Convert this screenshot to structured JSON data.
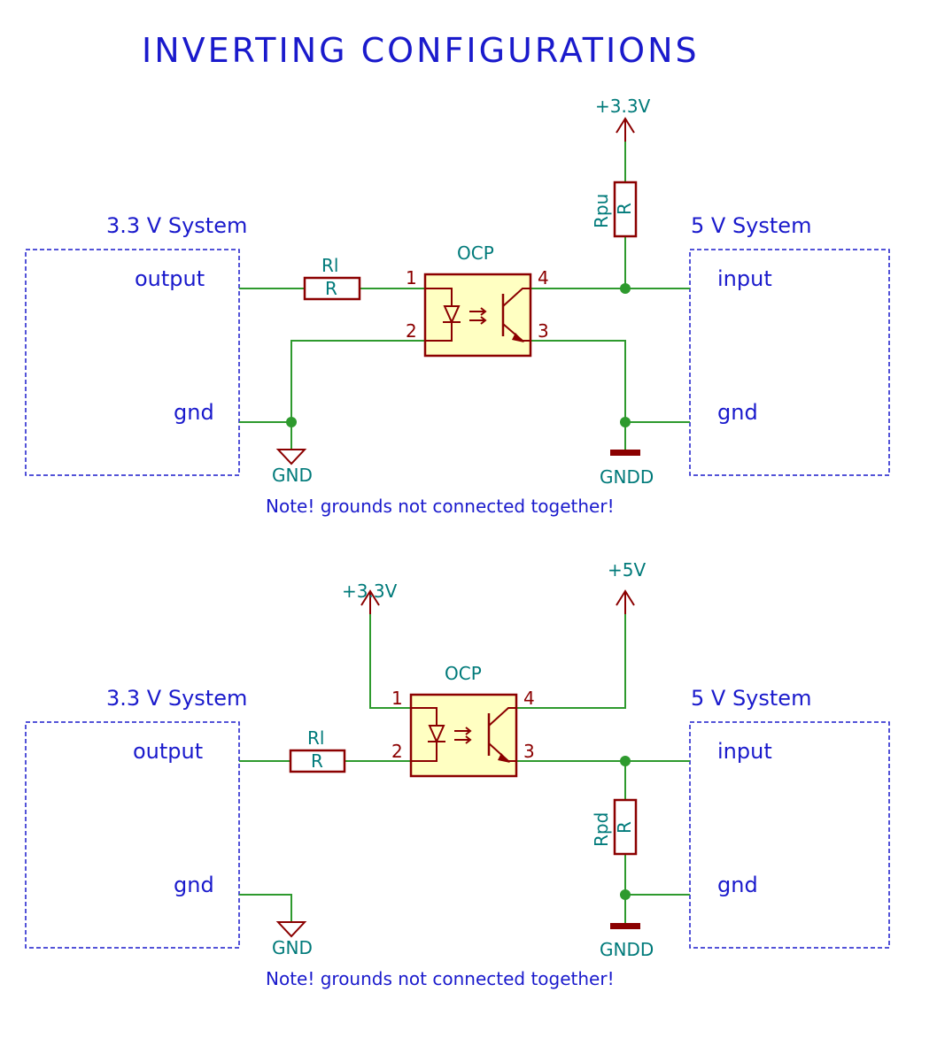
{
  "title": "INVERTING CONFIGURATIONS",
  "top": {
    "left_system": "3.3 V System",
    "left_output": "output",
    "left_gnd": "gnd",
    "right_system": "5 V System",
    "right_input": "input",
    "right_gnd": "gnd",
    "series_resistor_ref": "Rl",
    "series_resistor_value": "R",
    "pullup_ref": "Rpu",
    "pullup_value": "R",
    "opto_label": "OCP",
    "pin1": "1",
    "pin2": "2",
    "pin3": "3",
    "pin4": "4",
    "power_label": "+3.3V",
    "gnd_label": "GND",
    "gndd_label": "GNDD",
    "note": "Note! grounds not connected together!"
  },
  "bottom": {
    "left_system": "3.3 V System",
    "left_output": "output",
    "left_gnd": "gnd",
    "right_system": "5 V System",
    "right_input": "input",
    "right_gnd": "gnd",
    "series_resistor_ref": "Rl",
    "series_resistor_value": "R",
    "pulldown_ref": "Rpd",
    "pulldown_value": "R",
    "opto_label": "OCP",
    "pin1": "1",
    "pin2": "2",
    "pin3": "3",
    "pin4": "4",
    "power_left_label": "+3.3V",
    "power_right_label": "+5V",
    "gnd_label": "GND",
    "gndd_label": "GNDD",
    "note": "Note! grounds not connected together!"
  }
}
